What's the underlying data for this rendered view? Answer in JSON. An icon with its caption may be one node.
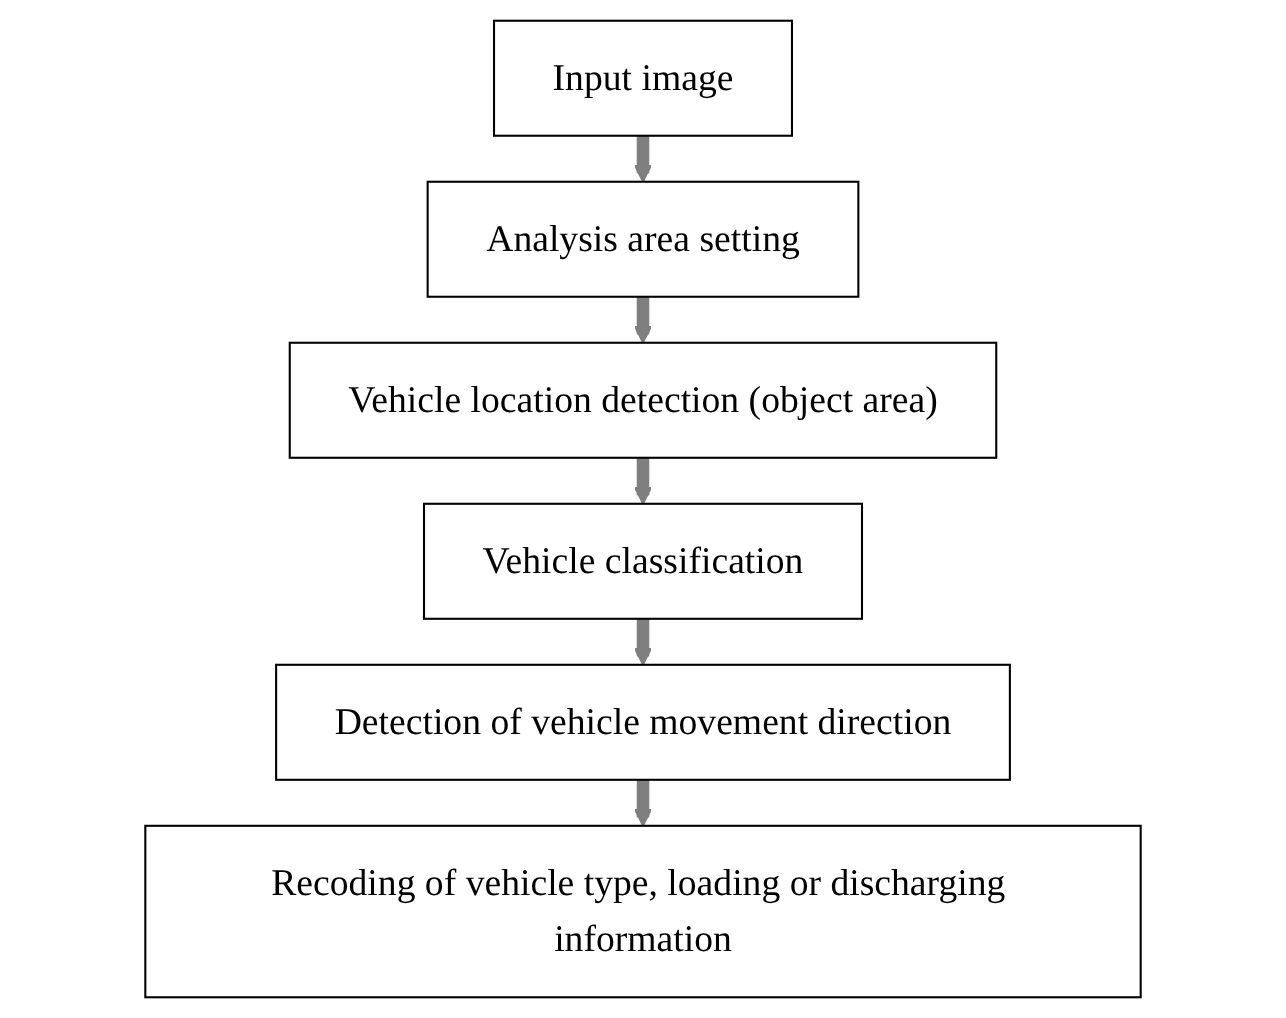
{
  "diagram": {
    "nodes": [
      {
        "text": [
          "Input image"
        ]
      },
      {
        "text": [
          "Analysis area setting"
        ]
      },
      {
        "text": [
          "Vehicle location detection (object area)"
        ]
      },
      {
        "text": [
          "Vehicle classification"
        ]
      },
      {
        "text": [
          "Detection of vehicle movement direction"
        ]
      },
      {
        "text": [
          "Recoding of vehicle type, loading or discharging information"
        ]
      }
    ],
    "edges": [
      {
        "from": 0,
        "to": 1,
        "arrow": "to"
      },
      {
        "from": 1,
        "to": 2,
        "arrow": "to"
      },
      {
        "from": 2,
        "to": 3,
        "arrow": "to"
      },
      {
        "from": 3,
        "to": 4,
        "arrow": "to"
      },
      {
        "from": 4,
        "to": 5,
        "arrow": "to"
      }
    ]
  }
}
